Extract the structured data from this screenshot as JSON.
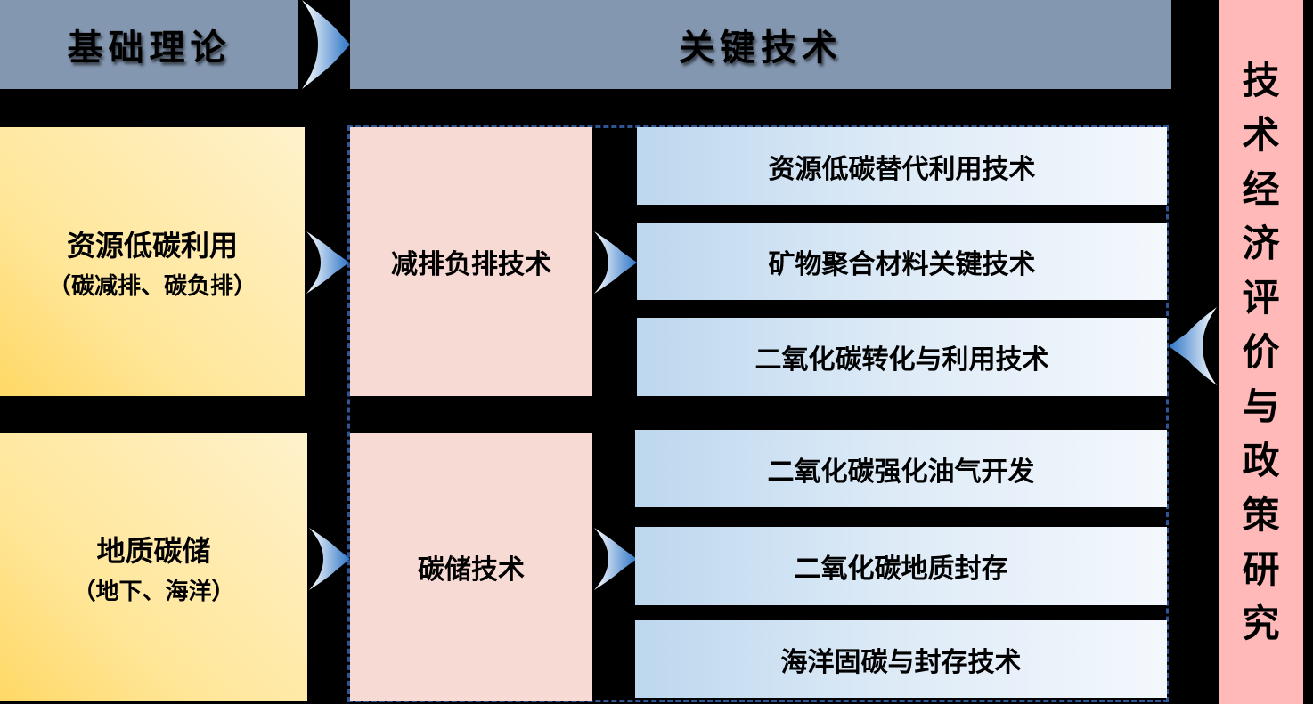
{
  "header": {
    "left": "基础理论",
    "right": "关键技术"
  },
  "foundations": [
    {
      "title": "资源低碳利用",
      "subtitle": "（碳减排、碳负排）"
    },
    {
      "title": "地质碳储",
      "subtitle": "（地下、海洋）"
    }
  ],
  "categories": [
    "减排负排技术",
    "碳储技术"
  ],
  "technologies": [
    "资源低碳替代利用技术",
    "矿物聚合材料关键技术",
    "二氧化碳转化与利用技术",
    "二氧化碳强化油气开发",
    "二氧化碳地质封存",
    "海洋固碳与封存技术"
  ],
  "side_panel": {
    "chars": [
      "技",
      "术",
      "经",
      "济",
      "评",
      "价",
      "与",
      "政",
      "策",
      "研",
      "究"
    ]
  },
  "colors": {
    "header": "#8497b0",
    "side": "#ffb9b9",
    "category": "#f8dad5",
    "border": "#2f5597"
  }
}
